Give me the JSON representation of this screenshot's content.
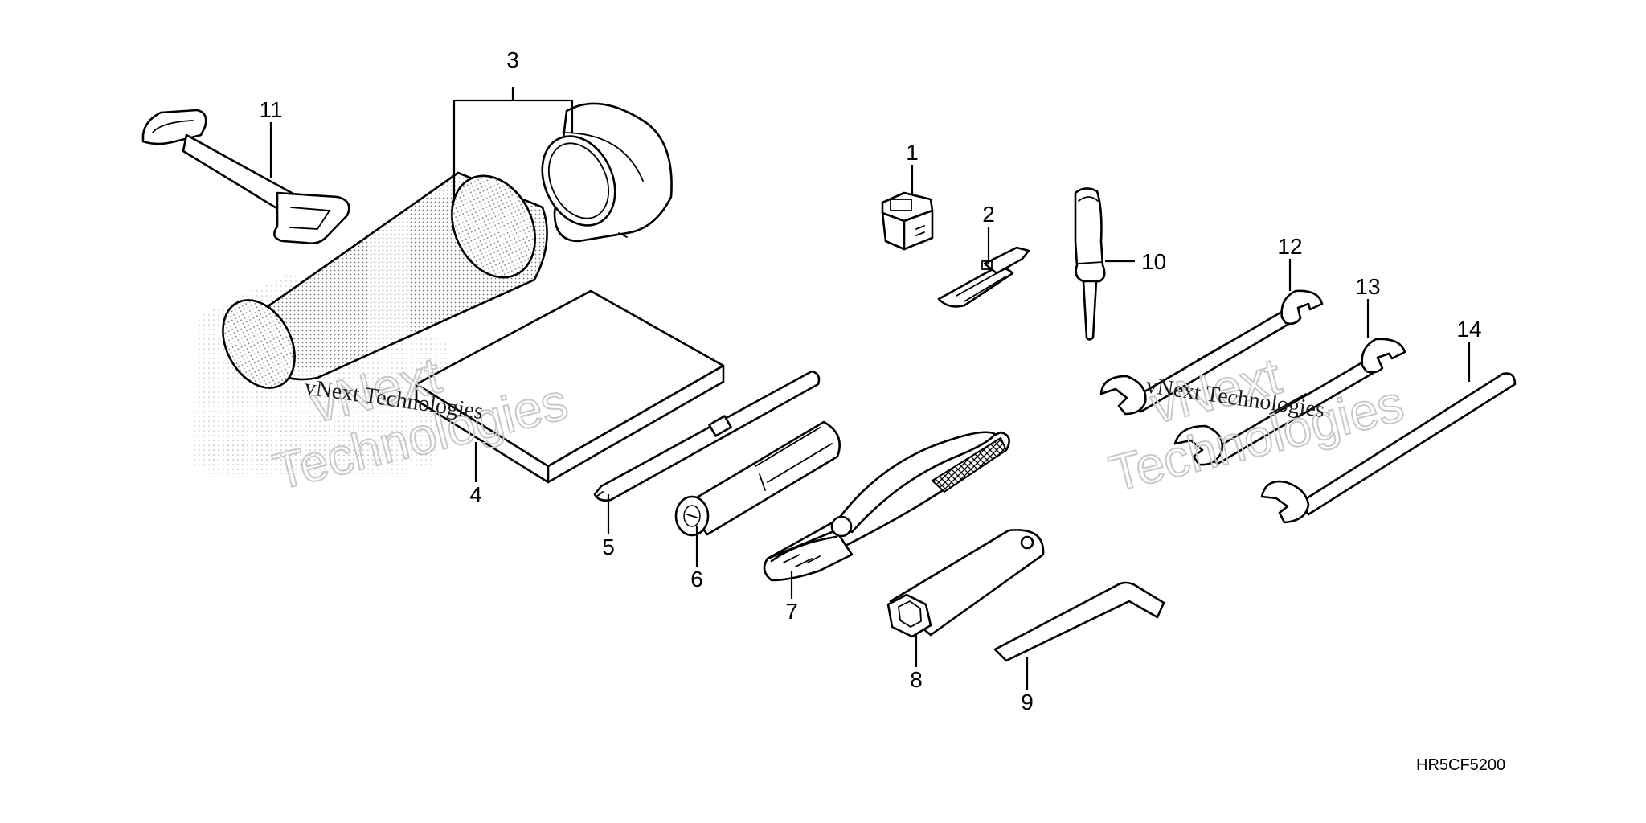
{
  "diagram": {
    "callouts": [
      "1",
      "2",
      "3",
      "4",
      "5",
      "6",
      "7",
      "8",
      "9",
      "10",
      "11",
      "12",
      "13",
      "14"
    ],
    "reference_code": "HR5CF5200",
    "watermark": {
      "line_1": "vNext",
      "line_2": "Technologies",
      "inline": "vNext Technologies"
    }
  }
}
